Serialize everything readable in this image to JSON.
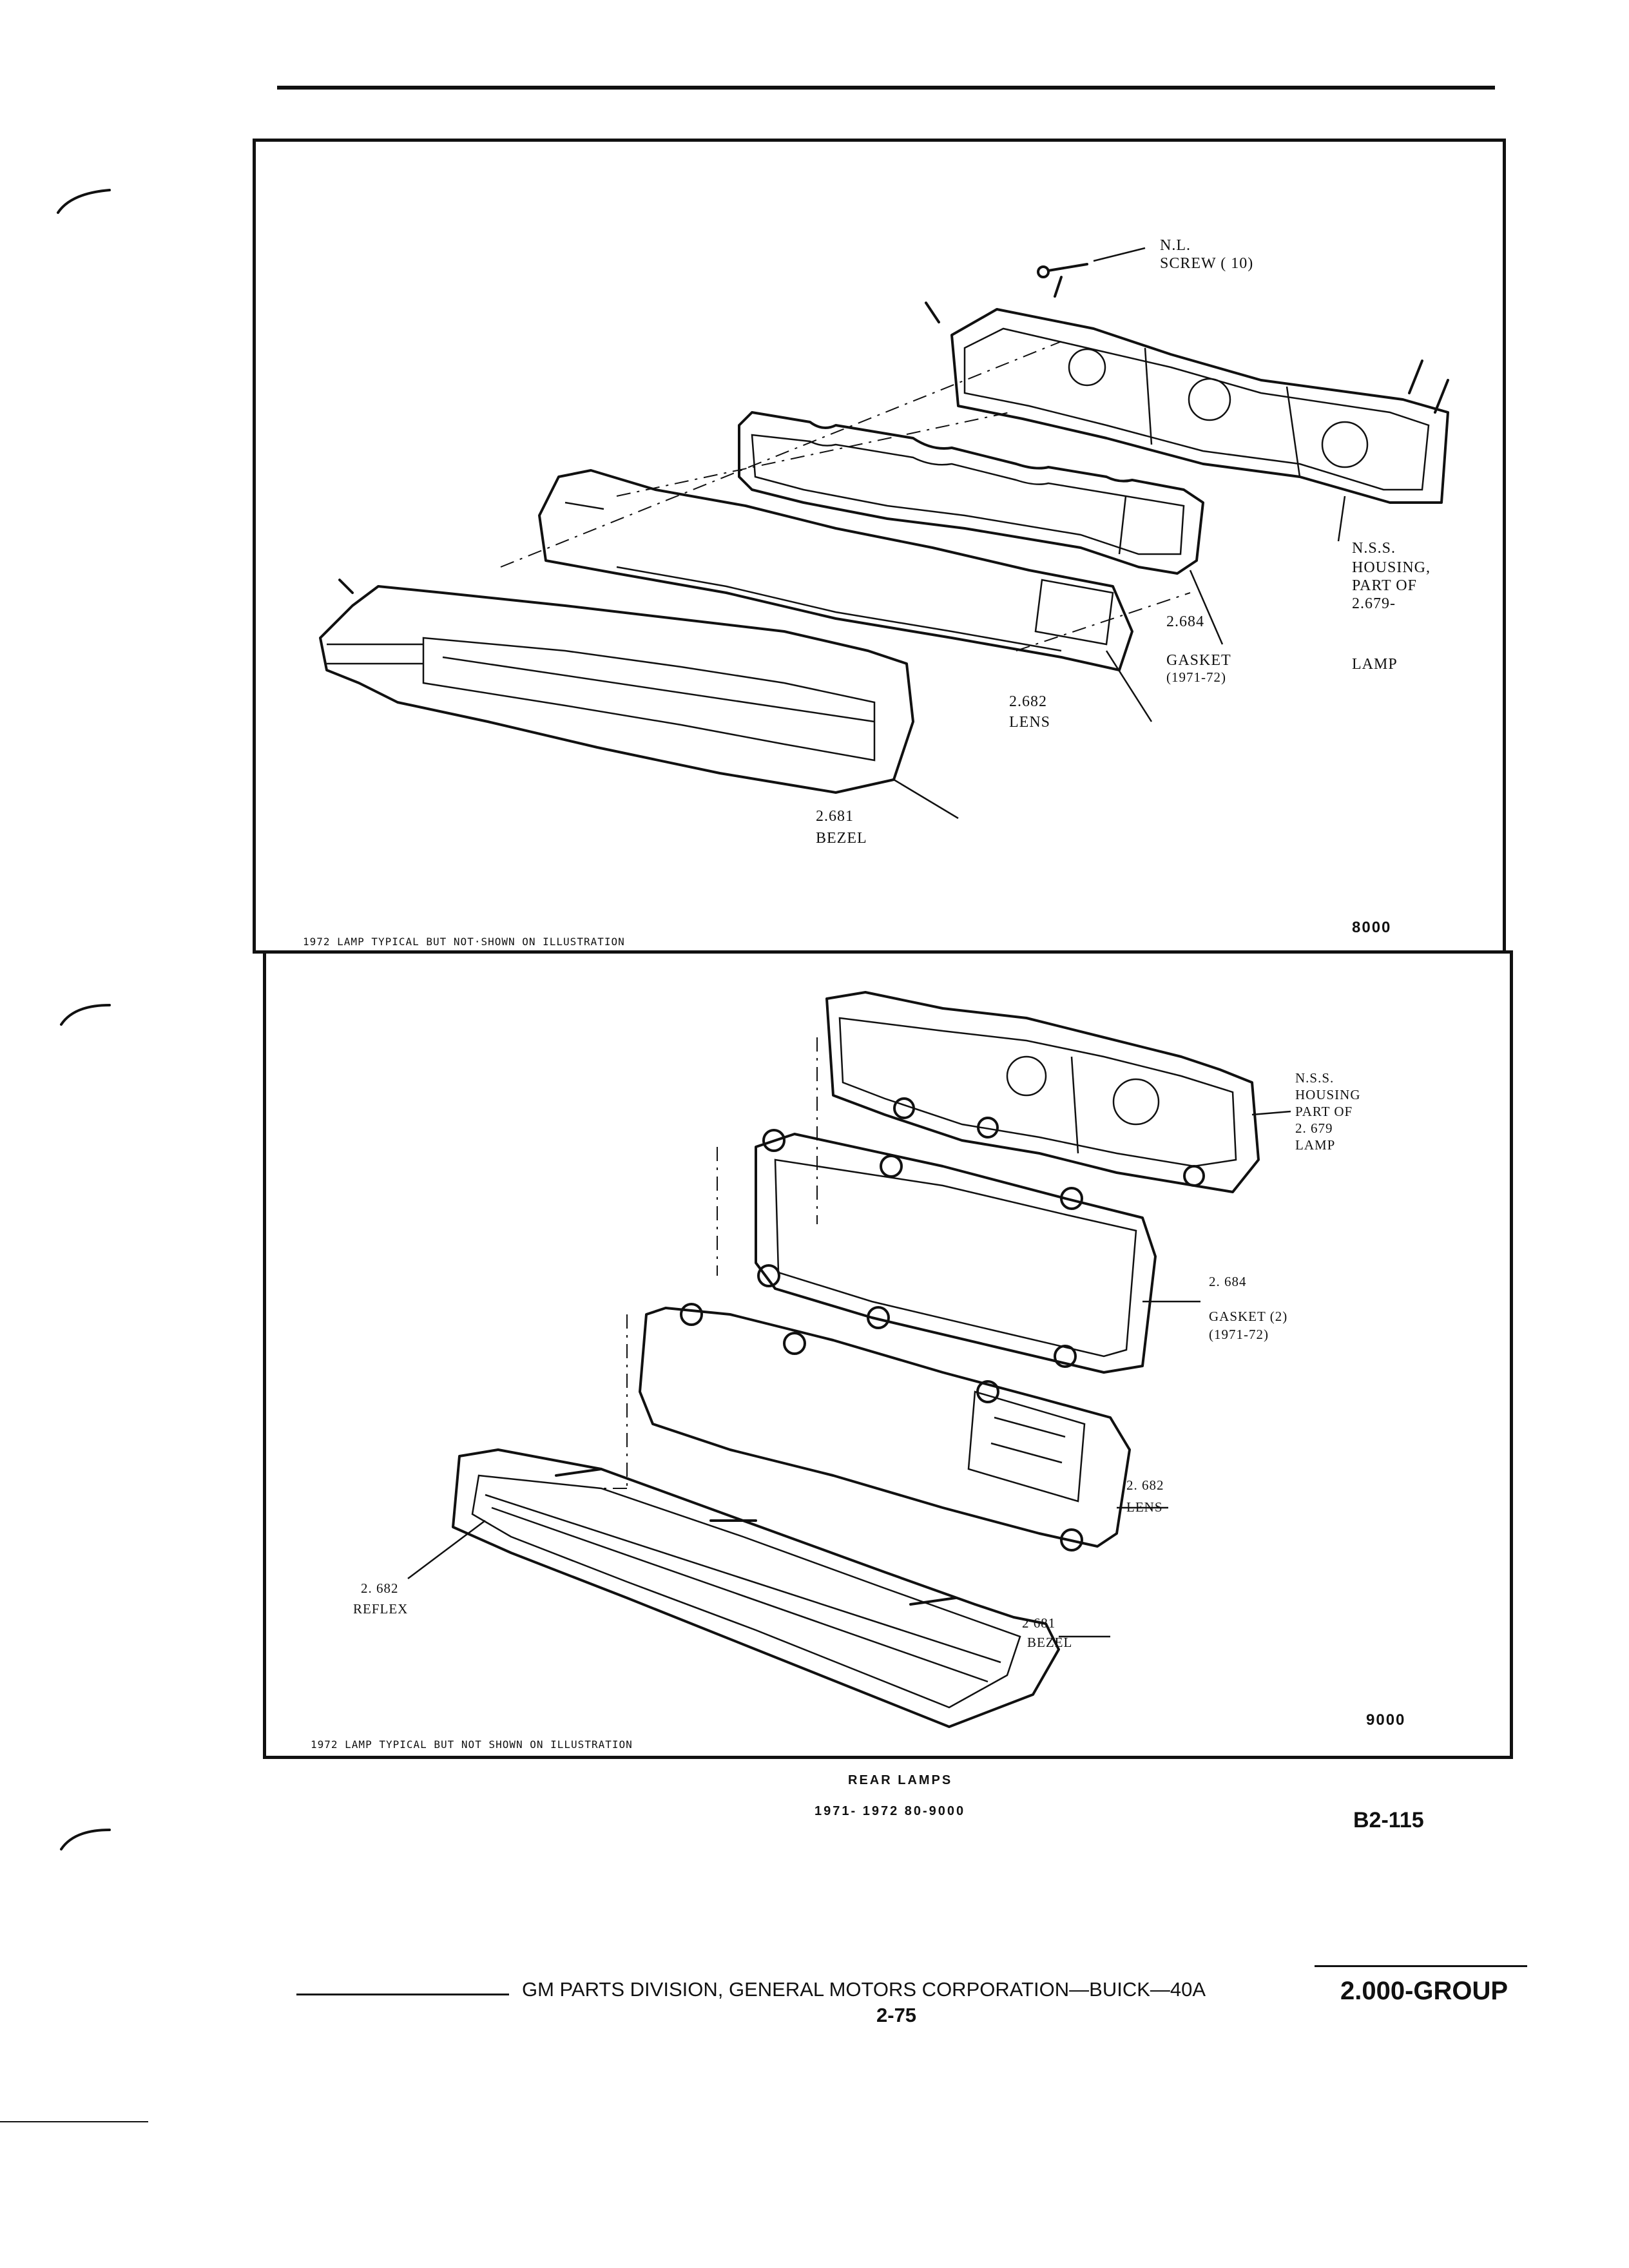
{
  "panel_top": {
    "labels": {
      "screw_ref": "N.L.",
      "screw_name": "SCREW ( 10)",
      "housing_ref1": "N.S.S.",
      "housing_ref2": "HOUSING,",
      "housing_ref3": "PART OF",
      "housing_ref4": "2.679-",
      "housing_ref5": "LAMP",
      "gasket_num": "2.684",
      "gasket_name": "GASKET",
      "gasket_years": "(1971-72)",
      "lens_num": "2.682",
      "lens_name": "LENS",
      "bezel_num": "2.681",
      "bezel_name": "BEZEL"
    },
    "footnote": "1972 LAMP TYPICAL BUT NOT·SHOWN ON ILLUSTRATION",
    "series": "8000"
  },
  "panel_bottom": {
    "labels": {
      "housing_ref1": "N.S.S.",
      "housing_ref2": "HOUSING",
      "housing_ref3": "PART OF",
      "housing_ref4": "2. 679",
      "housing_ref5": "LAMP",
      "gasket_num": "2. 684",
      "gasket_name": "GASKET (2)",
      "gasket_years": "(1971-72)",
      "lens_num": "2. 682",
      "lens_name": "LENS",
      "reflex_num": "2. 682",
      "reflex_name": "REFLEX",
      "bezel_num": "2  681",
      "bezel_name": "BEZEL"
    },
    "footnote": "1972 LAMP TYPICAL BUT NOT SHOWN ON ILLUSTRATION",
    "series": "9000"
  },
  "caption": {
    "title": "REAR LAMPS",
    "subtitle": "1971- 1972 80-9000"
  },
  "page_ref": "B2-115",
  "footer": {
    "text": "GM PARTS DIVISION, GENERAL MOTORS CORPORATION—BUICK—40A",
    "page": "2-75",
    "group": "2.000-GROUP"
  }
}
